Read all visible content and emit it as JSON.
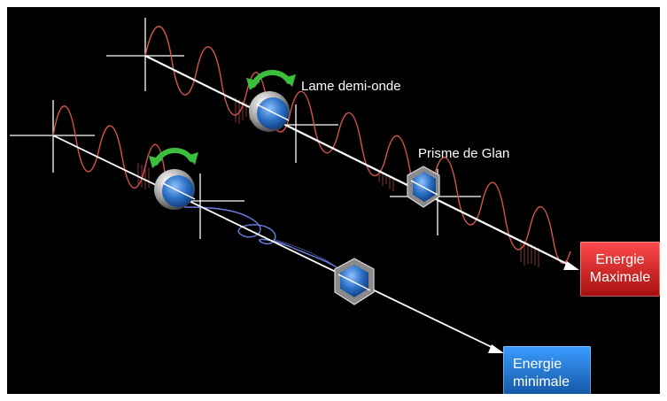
{
  "labels": {
    "half_wave_plate": "Lame demi-onde",
    "glan_prism": "Prisme de Glan"
  },
  "badges": {
    "max": {
      "line1": "Energie",
      "line2": "Maximale"
    },
    "min": {
      "line1": "Energie",
      "line2": "minimale"
    }
  },
  "colors": {
    "background": "#000000",
    "wave_red": "#d9534f",
    "wave_blue": "#6a7fe0",
    "arrow_rotation": "#3cbf3c",
    "optic_blue": "#2b6fc4",
    "badge_max": "#d42a2a",
    "badge_min": "#1f78d1"
  },
  "icons": {
    "rotation": "curved-arrow-icon",
    "half_wave_plate": "circular-plate-icon",
    "glan_prism": "hexagon-prism-icon"
  }
}
